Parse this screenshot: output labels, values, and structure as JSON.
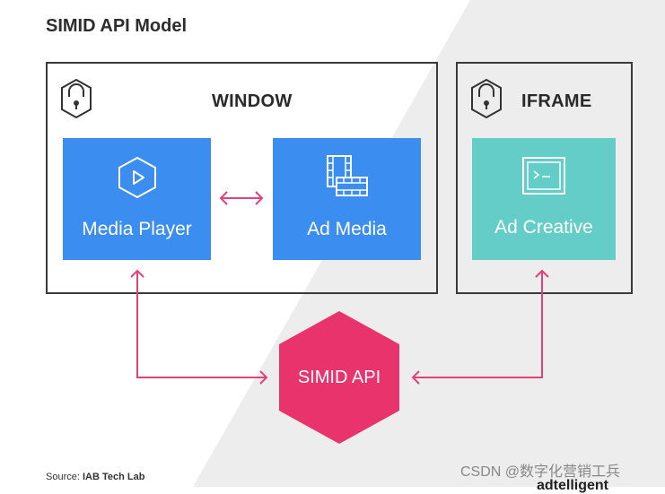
{
  "title": "SIMID API Model",
  "window": {
    "label": "WINDOW"
  },
  "iframe": {
    "label": "IFRAME"
  },
  "tiles": {
    "media_player": {
      "label": "Media Player",
      "icon": "play-hexagon-icon"
    },
    "ad_media": {
      "label": "Ad Media",
      "icon": "film-strip-icon"
    },
    "ad_creative": {
      "label": "Ad Creative",
      "icon": "terminal-icon"
    }
  },
  "api": {
    "label": "SIMID API"
  },
  "source": {
    "prefix": "Source: ",
    "name": "IAB Tech Lab"
  },
  "watermark": "CSDN @数字化营销工兵",
  "logo_fragment": "adtelligent",
  "colors": {
    "tile_blue": "#3b8ef0",
    "tile_teal": "#65cdc8",
    "api_pink": "#e8336d",
    "connector_pink": "#e0437a",
    "background_gray": "#ededed",
    "border_dark": "#3a3a3a"
  }
}
